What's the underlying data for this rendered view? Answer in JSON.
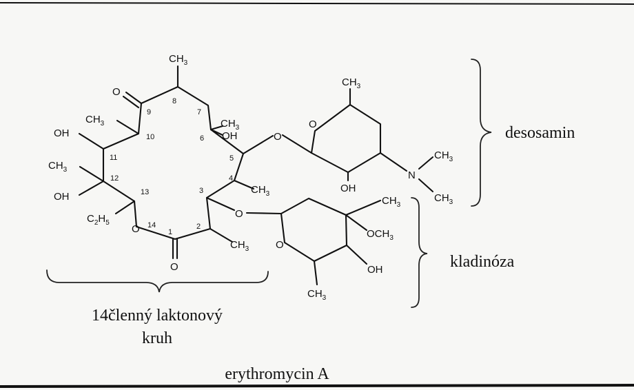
{
  "structure": {
    "compound_name": "erythromycin A",
    "parts": {
      "desosamine": "desosamin",
      "cladinose": "kladinóza",
      "lactone_line1": "14členný laktonový",
      "lactone_line2": "kruh"
    },
    "ring_numbers": [
      "1",
      "2",
      "3",
      "4",
      "5",
      "6",
      "7",
      "8",
      "9",
      "10",
      "11",
      "12",
      "13",
      "14"
    ],
    "atoms": {
      "ch3": "CH",
      "three": "3",
      "oh": "OH",
      "o": "O",
      "n": "N",
      "c2h5_c": "C",
      "two": "2",
      "h5": "H",
      "five": "5",
      "och3": "OCH"
    }
  }
}
